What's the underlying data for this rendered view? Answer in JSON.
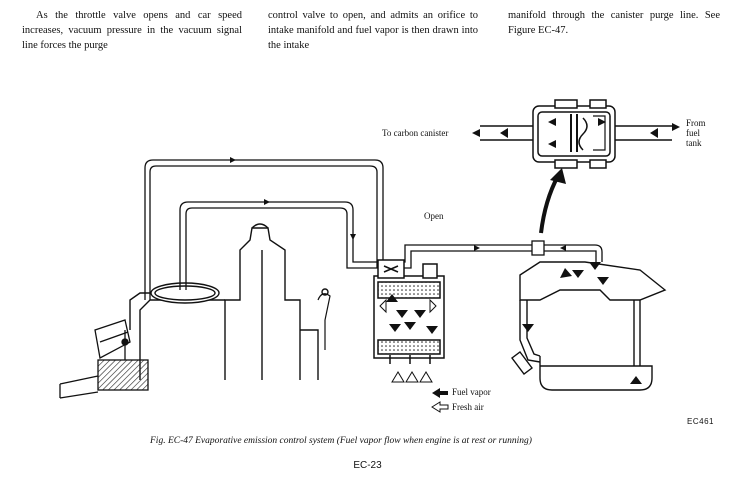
{
  "body_text": {
    "column_1": "As the throttle valve opens and car speed increases, vacuum pressure in the vacuum signal line forces the purge",
    "column_2": "control valve to open, and admits an orifice to intake manifold and fuel vapor is then drawn into the intake",
    "column_3": "manifold through the canister purge line. See Figure EC-47."
  },
  "diagram": {
    "label_to_canister": "To carbon canister",
    "label_from_tank_1": "From",
    "label_from_tank_2": "fuel",
    "label_from_tank_3": "tank",
    "label_open": "Open",
    "legend_fuel_vapor": "Fuel vapor",
    "legend_fresh_air": "Fresh air",
    "figure_code": "EC461"
  },
  "caption": "Fig. EC-47  Evaporative emission control system (Fuel vapor flow when engine is at rest or running)",
  "page_number": "EC-23"
}
